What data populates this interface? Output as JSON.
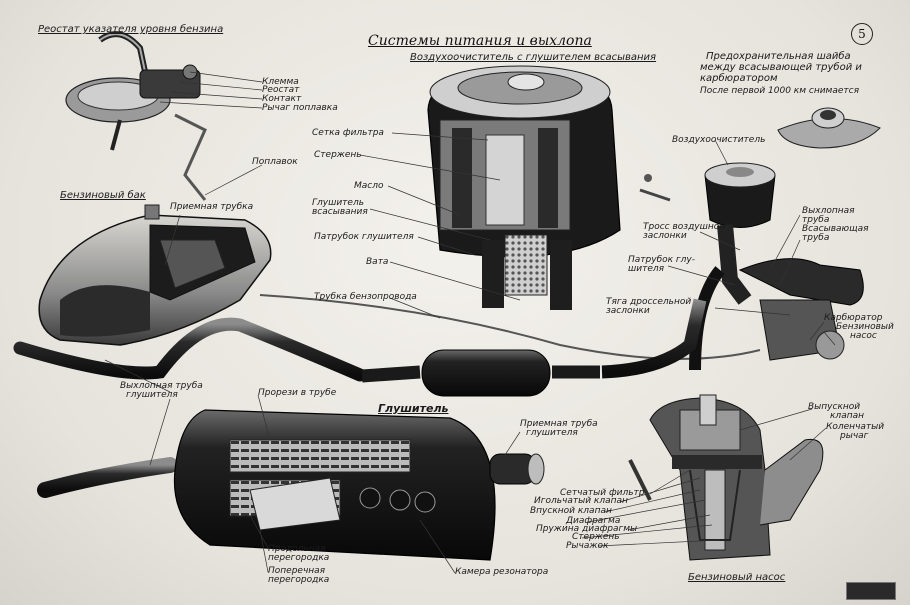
{
  "page_number": "5",
  "title": "Системы питания и выхлопа",
  "sections": {
    "rheostat": "Реостат указателя уровня бензина",
    "tank": "Бензиновый бак",
    "air_filter": "Воздухоочиститель с глушителем всасывания",
    "muffler": "Глушитель",
    "fuel_pump": "Бензиновый насос"
  },
  "washer_note": [
    "Предохранительная шайба",
    "между всасывающей трубой и",
    "карбюратором",
    "После первой 1000 км снимается"
  ],
  "labels": {
    "klemma": "Клемма",
    "reostat": "Реостат",
    "kontakt": "Контакт",
    "rychag_poplavka": "Рычаг поплавка",
    "poplavok": "Поплавок",
    "priemnaya_trubka": "Приемная трубка",
    "setka_filtra": "Сетка фильтра",
    "sterzhen": "Стержень",
    "maslo": "Масло",
    "glushitel_vsas_1": "Глушитель",
    "glushitel_vsas_2": "всасывания",
    "patrubok_glushitelya": "Патрубок глушителя",
    "vata": "Вата",
    "trubka_benzoprovoda": "Трубка бензопровода",
    "vozduhoochistitel": "Воздухоочиститель",
    "tross_1": "Тросс воздушной",
    "tross_2": "заслонки",
    "patrubok_glush_1": "Патрубок глу-",
    "patrubok_glush_2": "шителя",
    "vyhlopnaya_1": "Выхлопная",
    "vyhlopnaya_2": "труба",
    "vsasyv_1": "Всасывающая",
    "vsasyv_2": "труба",
    "tyaga_1": "Тяга дроссельной",
    "tyaga_2": "заслонки",
    "karbyurator": "Карбюратор",
    "benz_nasos_1": "Бензиновый",
    "benz_nasos_2": "насос",
    "vyhl_truba_glush_1": "Выхлопная труба",
    "vyhl_truba_glush_2": "глушителя",
    "prorezi": "Прорези в трубе",
    "priemnaya_truba_1": "Приемная труба",
    "priemnaya_truba_2": "глушителя",
    "prodolnaya_1": "Продольная",
    "prodolnaya_2": "перегородка",
    "poperechnaya_1": "Поперечная",
    "poperechnaya_2": "перегородка",
    "kamera": "Камера резонатора",
    "vypusknoy_1": "Выпускной",
    "vypusknoy_2": "клапан",
    "kolenchaty_1": "Коленчатый",
    "kolenchaty_2": "рычаг",
    "setchaty": "Сетчатый фильтр",
    "igolchaty": "Игольчатый клапан",
    "vpusknoy": "Впускной клапан",
    "diafragma": "Диафрагма",
    "pruzhina": "Пружина диафрагмы",
    "sterzhen2": "Стержень",
    "rychazhok": "Рычажок"
  }
}
